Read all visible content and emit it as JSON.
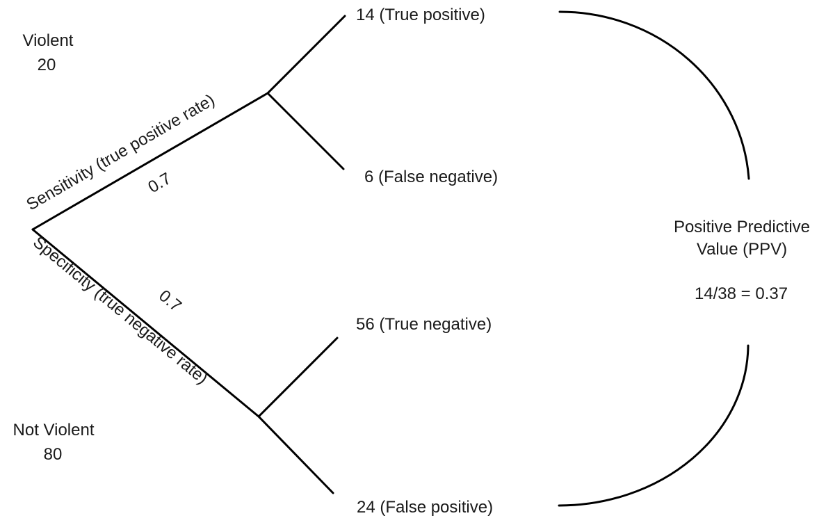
{
  "diagram": {
    "type": "probability-tree",
    "root_groups": {
      "violent": {
        "label": "Violent",
        "count": "20"
      },
      "not_violent": {
        "label": "Not Violent",
        "count": "80"
      }
    },
    "branches": {
      "sensitivity": {
        "label": "Sensitivity (true positive rate)",
        "value": "0.7"
      },
      "specificity": {
        "label": "Specificity (true negative rate)",
        "value": "0.7"
      }
    },
    "outcomes": [
      {
        "id": "true_positive",
        "label": "14 (True positive)",
        "count": 14
      },
      {
        "id": "false_negative",
        "label": "6 (False negative)",
        "count": 6
      },
      {
        "id": "true_negative",
        "label": "56 (True negative)",
        "count": 56
      },
      {
        "id": "false_positive",
        "label": "24 (False positive)",
        "count": 24
      }
    ],
    "ppv": {
      "title_line1": "Positive Predictive",
      "title_line2": "Value (PPV)",
      "formula": "14/38 = 0.37"
    }
  }
}
